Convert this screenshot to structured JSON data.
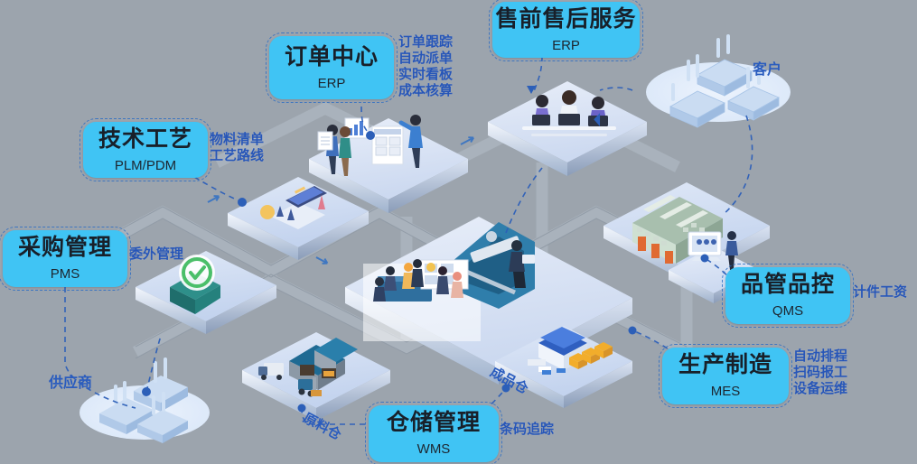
{
  "meta": {
    "title": "智能工厂信息化系统架构图",
    "background_color": "#9ca4ad",
    "card_color": "#40c4f4",
    "keyword_color": "#2756b8",
    "label_color": "#2a5cbe"
  },
  "modules": [
    {
      "id": "order-center",
      "title": "订单中心",
      "subtitle": "ERP",
      "keywords": [
        "订单跟踪",
        "自动派单",
        "实时看板",
        "成本核算"
      ]
    },
    {
      "id": "presale-aftersale",
      "title": "售前售后服务",
      "subtitle": "ERP",
      "keywords": []
    },
    {
      "id": "technical-process",
      "title": "技术工艺",
      "subtitle": "PLM/PDM",
      "keywords": [
        "物料清单",
        "工艺路线"
      ]
    },
    {
      "id": "purchase-management",
      "title": "采购管理",
      "subtitle": "PMS",
      "keywords": [
        "委外管理"
      ]
    },
    {
      "id": "quality-control",
      "title": "品管品控",
      "subtitle": "QMS",
      "keywords": [
        "计件工资"
      ]
    },
    {
      "id": "production-mfg",
      "title": "生产制造",
      "subtitle": "MES",
      "keywords": [
        "自动排程",
        "扫码报工",
        "设备运维"
      ]
    },
    {
      "id": "warehouse-mgmt",
      "title": "仓储管理",
      "subtitle": "WMS",
      "keywords": [
        "条码追踪"
      ]
    }
  ],
  "map_labels": [
    {
      "id": "customer",
      "text": "客户"
    },
    {
      "id": "supplier",
      "text": "供应商"
    },
    {
      "id": "raw-material-store",
      "text": "原料仓"
    },
    {
      "id": "finished-goods-store",
      "text": "成品仓"
    }
  ]
}
